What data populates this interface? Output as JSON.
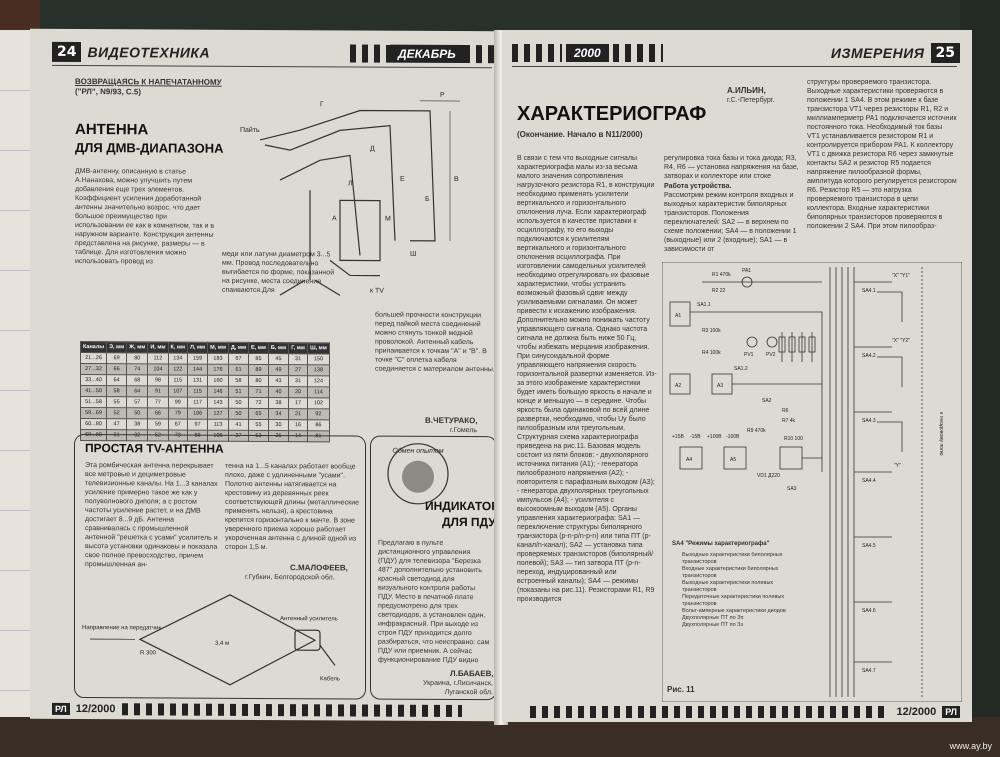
{
  "left_page": {
    "page_number": "24",
    "section": "ВИДЕОТЕХНИКА",
    "month": "ДЕКАБРЬ",
    "return_heading": "ВОЗВРАЩАЯСЬ К НАПЕЧАТАННОМУ",
    "return_ref": "(\"РЛ\", N9/93, С.5)",
    "antenna_title_1": "АНТЕННА",
    "antenna_title_2": "ДЛЯ ДМВ-ДИАПАЗОНА",
    "antenna_text": "ДМВ-антенну, описанную в статье А.Нанахова, можно улучшить путем добавления еще трех элементов. Коэффициент усиления доработанной антенны значительно возрос, что дает большое преимущество при использовании ее как в комнатном, так и в наружном варианте. Конструкция антенны представлена на рисунке, размеры — в таблице. Для изготовления можно использовать провод из",
    "antenna_text_2": "меди или латуни диаметром 3...5 мм. Провод последовательно выгибается по форме, показанной на рисунке, места соединения спаиваются.Для",
    "antenna_text_3": "большей прочности конструкции перед пайкой места соединений можно стянуть тонкой медной проволокой. Антенный кабель припаивается к точкам \"А\" и \"В\". В точке \"С\" оплетка кабеля соединяется с материалом антенны.",
    "table_headers": [
      "Каналы",
      "Э, мм",
      "Ж, мм",
      "И, мм",
      "К, мм",
      "Л, мм",
      "М, мм",
      "Д, мм",
      "Е, мм",
      "Б, мм",
      "Г, мм",
      "Ш, мм"
    ],
    "table_rows": [
      [
        "21...26",
        "69",
        "80",
        "112",
        "134",
        "159",
        "183",
        "67",
        "85",
        "45",
        "31",
        "150"
      ],
      [
        "27...32",
        "66",
        "74",
        "104",
        "122",
        "144",
        "176",
        "61",
        "89",
        "49",
        "27",
        "138"
      ],
      [
        "33...40",
        "64",
        "68",
        "98",
        "115",
        "131",
        "160",
        "58",
        "80",
        "43",
        "31",
        "124"
      ],
      [
        "41...50",
        "58",
        "64",
        "91",
        "107",
        "115",
        "146",
        "51",
        "71",
        "40",
        "20",
        "114"
      ],
      [
        "51...58",
        "55",
        "57",
        "77",
        "99",
        "117",
        "143",
        "50",
        "72",
        "38",
        "17",
        "102"
      ],
      [
        "59...69",
        "52",
        "50",
        "66",
        "79",
        "106",
        "127",
        "50",
        "65",
        "34",
        "21",
        "92"
      ],
      [
        "60...80",
        "47",
        "38",
        "59",
        "67",
        "97",
        "113",
        "41",
        "55",
        "30",
        "16",
        "86"
      ],
      [
        "69...80",
        "31",
        "32",
        "52",
        "73",
        "86",
        "106",
        "37",
        "53",
        "25",
        "14",
        "81"
      ]
    ],
    "antenna_author": "В.ЧЕТУРАКО,",
    "antenna_city": "г.Гомель",
    "tv_title": "ПРОСТАЯ TV-АНТЕННА",
    "tv_text_1": "Эта ромбическая антенна перекрывает все метровые и дециметровые телевизионные каналы. На 1...3 каналах усиление примерно такое же как у полуволнового диполя; а с ростом частоты усиление растет, и на ДМВ достигает 8...9 дБ. Антенна сравнивалась с промышленной антенной \"решетка с усами\" усилитель и высота установки одинаковы и показала свое полное превосходство, причем промышленная ан-",
    "tv_text_2": "тенна на 1...5 каналах работает вообще плохо, даже с удлиненными \"усами\". Полотно антенны натягивается на крестовину из деревянных реек соответствующей длины (металлические применять нельзя), а крестовина крепится горизонтально к мачте. В зоне уверенного приема хорошо работает укороченная антенна с длиной одной из сторон 1,5 м.",
    "tv_author": "С.МАЛОФЕЕВ,",
    "tv_city": "г.Губкин, Белгородской обл.",
    "tv_fig_label_1": "Направление на передатчик",
    "tv_fig_label_2": "R 300",
    "tv_fig_label_3": "3,4 м",
    "tv_fig_label_4": "Антенный усилитель",
    "tv_fig_label_5": "Кабель",
    "exchange_stamp": "Обмен опытом",
    "pdu_title_1": "ИНДИКАТОР",
    "pdu_title_2": "ДЛЯ ПДУ",
    "pdu_text": "Предлагаю в пульте дистанционного управления (ПДУ) для телевизора \"Березка 487\" дополнительно установить красный светодиод для визуального контроля работы ПДУ. Место в печатной плате предусмотрено для трех светодиодов, а установлен один, инфракрасный. При выходе из строя ПДУ приходится долго разбираться, что неисправно: сам ПДУ или приемник. А сейчас функционирование ПДУ видно визуально по миганию красного светодиода.",
    "pdu_author": "Л.БАБАЕВ,",
    "pdu_city": "Украина, г.Лисичанск, Луганской обл.",
    "footer": "12/2000",
    "logo": "РЛ",
    "fig_labels": [
      "Пайть",
      "Г",
      "Д",
      "Е",
      "Б",
      "В",
      "Ш",
      "Р",
      "к ТV",
      "А",
      "Л",
      "М"
    ]
  },
  "right_page": {
    "page_number": "25",
    "section": "ИЗМЕРЕНИЯ",
    "year": "2000",
    "author": "А.ИЛЬИН,",
    "author_city": "г.С.-Петербург.",
    "title": "ХАРАКТЕРИОГРАФ",
    "subtitle": "(Окончание. Начало в N11/2000)",
    "col1": "В связи с тем что выходные сигналы характериографа малы из-за весьма малого значения сопротивления нагрузочного резистора R1, в конструкции необходимо применять усилители вертикального и горизонтального отклонения луча. Если характериограф используется в качестве приставки к осциллографу, то его выходы подключаются к усилителям вертикального и горизонтального отклонения осциллографа. При изготовлении самодельных усилителей необходимо отрегулировать их фазовые характеристики, чтобы устранить возможный фазовый сдвиг между усиливаемыми сигналами. Он может привести к искажению изображения. Дополнительно можно понижать частоту управляющего сигнала. Однако частота сигнала не должна быть ниже 50 Гц, чтобы избежать мерцания изображения. При синусоидальной форме управляющего напряжения скорость горизонтальной развертки изменяется. Из-за этого изображение характеристики будет иметь большую яркость в начале и конце и меньшую — в середине. Чтобы яркость была одинаковой по всей длине развертки, необходимо, чтобы Uy было пилообразным или треугольным. Структурная схема характериографа приведена на рис.11. Базовая модель состоит из пяти блоков: - двухполярного источника питания (А1); - генератора пилообразного напряжения (А2); - повторителя с парафазным выходом (А3); - генератора двухполярных треугольных импульсов (А4); - усилителя с высокоомным выходом (А5). Органы управления характериографа: SA1 — переключение структуры биполярного транзистора (p-n-p/n-p-n) или типа ПТ (p-канал/n-канал); SA2 — установка типа проверяемых транзисторов (биполярный/полевой); SA3 — тип затвора ПТ (p-n-переход, индуцированный или встроенный каналы); SA4 — режимы (показаны на рис.11). Резисторами R1, R9 производится",
    "col2": "регулировка тока базы и тока диода; R3, R4, R6 — установка напряжения на базе, затворах и коллекторе или стоке проверяемых транзисторов.",
    "col2_head": "Работа устройства.",
    "col2b": "Рассмотрим режим контроля входных и выходных характеристик биполярных транзисторов. Положения переключателей: SA2 — в верхнем по схеме положении; SA4 — в положении 1 (выходные) или 2 (входные); SA1 — в зависимости от",
    "col3": "структуры проверяемого транзистора. Выходные характеристики проверяются в положении 1 SA4. В этом режиме к базе транзистора VT1 через резисторы R1, R2 и миллиамперметр PA1 подключается источник постоянного тока. Необходимый ток базы VT1 устанавливается резистором R1 и контролируется прибором PA1. К коллектору VT1 с движка резистора R6 через замкнутые контакты SA2 и резистор R5 подается напряжение пилообразной формы, амплитуда которого регулируется резистором R6. Резистор R5 — это нагрузка проверяемого транзистора в цепи коллектора. Входные характеристики биполярных транзисторов проверяются в положении 2 SA4. При этом пилообраз-",
    "fig_caption": "Рис. 11",
    "legend_title": "SA4 \"Режимы характериографа\"",
    "legend_items": [
      "Выходные характеристики биполярных транзисторов",
      "Входные характеристики биполярных транзисторов",
      "Выходные характеристики полевых транзисторов",
      "Передаточные характеристики полевых транзисторов",
      "Вольт-амперные характеристики диодов",
      "Двухполярные ПТ по Зп",
      "Двухполярные ПТ по Зз"
    ],
    "schematic_labels": [
      "PA1",
      "R1 470k",
      "R2 22",
      "SA1.1",
      "R3 100k",
      "R4 100k",
      "PV1",
      "PV2",
      "A1",
      "A2",
      "A3",
      "A4",
      "A5",
      "SA1.2",
      "SA2",
      "R6",
      "R7 4k",
      "R9 470k",
      "R10 100",
      "VD1 Д220",
      "SA3",
      "+15В",
      "-15В",
      "+100В",
      "-100В",
      "SA4.1",
      "SA4.2",
      "SA4.3",
      "SA4.4",
      "SA4.5",
      "SA4.6",
      "SA4.7",
      "\"X\" \"Y1\"",
      "\"X\" \"Y2\"",
      "\"Y\"",
      "к гнездовому полю"
    ],
    "footer": "12/2000",
    "logo": "РЛ"
  },
  "watermark": "www.ay.by"
}
